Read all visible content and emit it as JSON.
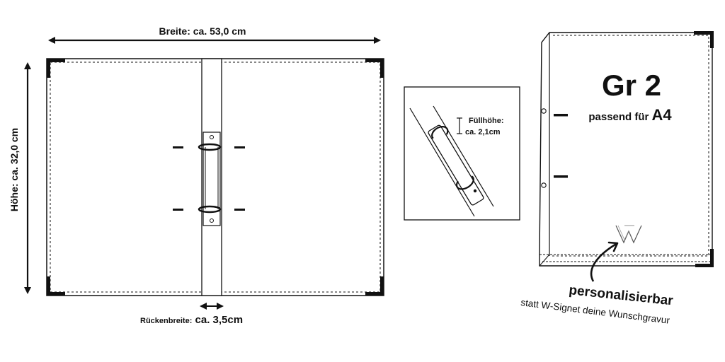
{
  "dimensions": {
    "width_label": "Breite: ca. 53,0 cm",
    "height_label": "Höhe: ca. 32,0 cm",
    "spine_label_prefix": "Rückenbreite:",
    "spine_label_value": " ca. 3,5cm"
  },
  "detail": {
    "fill_height_label": "Füllhöhe:",
    "fill_height_value": "ca. 2,1cm"
  },
  "product": {
    "size_title": "Gr 2",
    "fits_text": "passend für ",
    "fits_format": "A4",
    "logo_letter": "W"
  },
  "personalization": {
    "title": "personalisierbar",
    "subtitle": "statt W-Signet deine Wunschgravur"
  },
  "colors": {
    "ink": "#111111",
    "background": "#ffffff"
  }
}
